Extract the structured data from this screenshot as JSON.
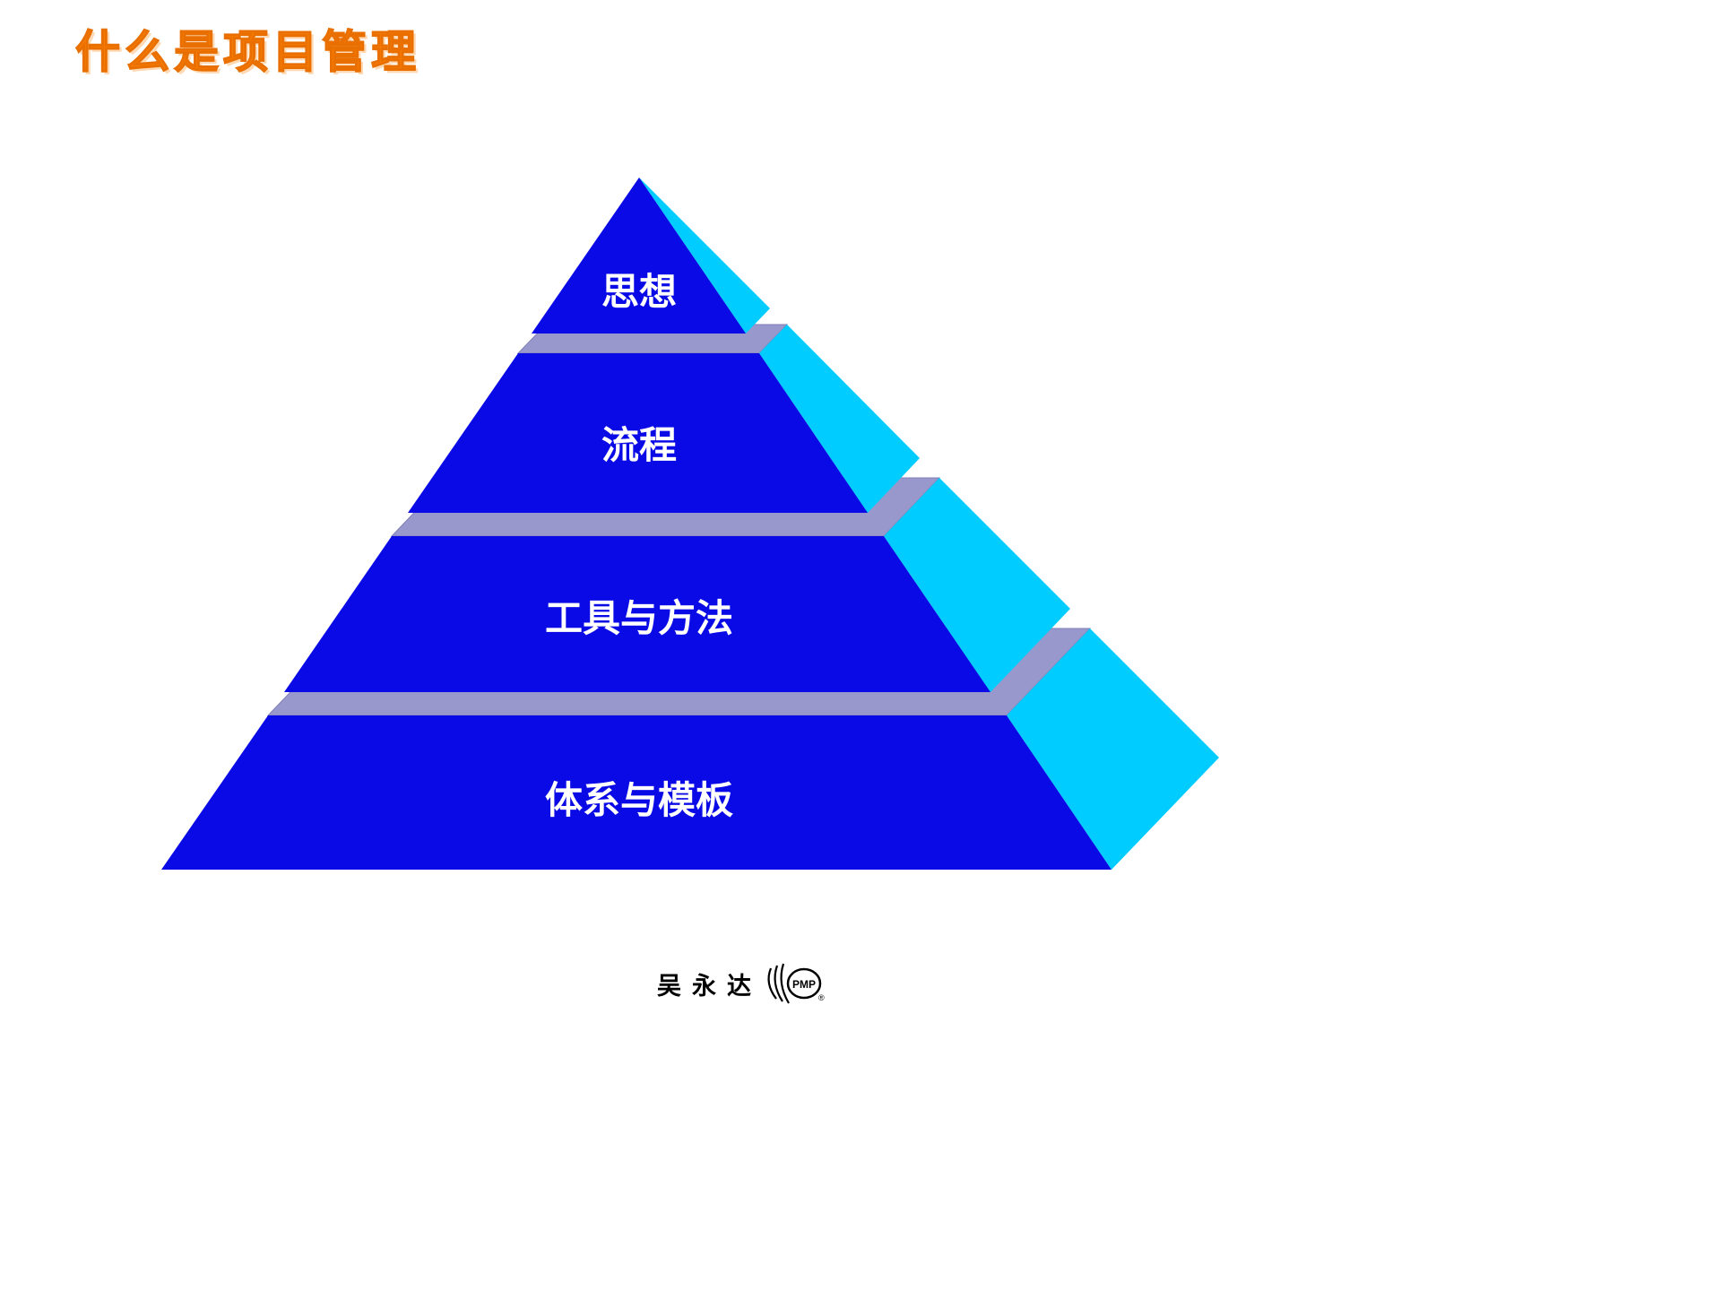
{
  "slide": {
    "title": "什么是项目管理",
    "title_color": "#ff8000"
  },
  "pyramid": {
    "levels": [
      {
        "label": "思想"
      },
      {
        "label": "流程"
      },
      {
        "label": "工具与方法"
      },
      {
        "label": "体系与模板"
      }
    ],
    "colors": {
      "front": "#0a0ae6",
      "side": "#00ccff",
      "band": "#9898cc",
      "band_edge": "#8080b8"
    }
  },
  "footer": {
    "author": "吴永达",
    "logo_text": "PMP",
    "registered": "®"
  }
}
